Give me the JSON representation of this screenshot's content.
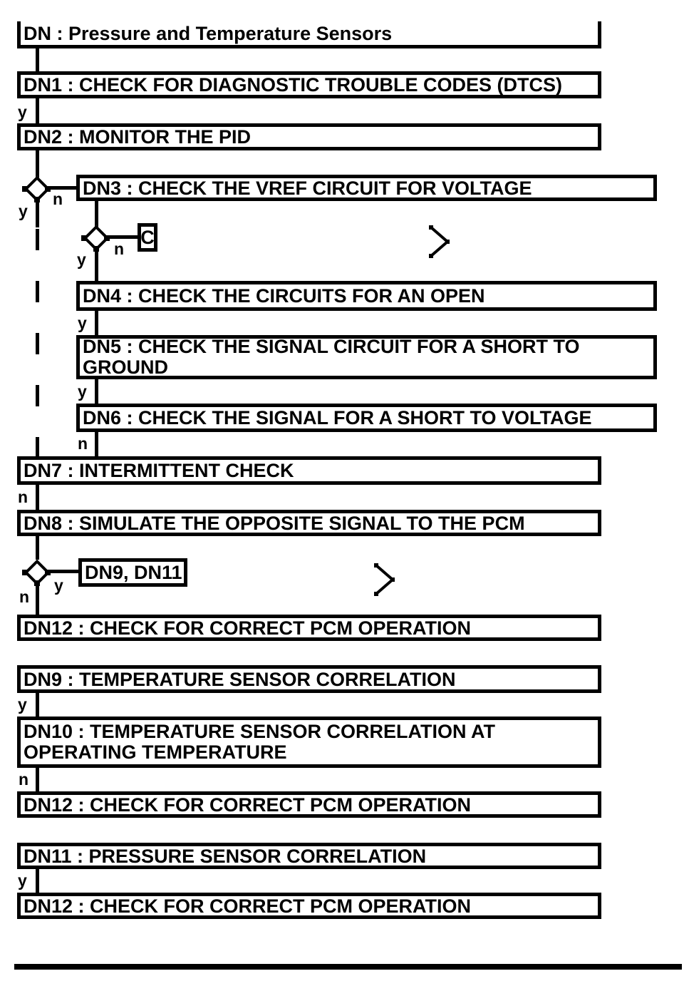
{
  "diagram": {
    "title": "DN : Pressure and Temperature Sensors",
    "labels": {
      "yes": "y",
      "no": "n"
    },
    "connector": {
      "label": "C"
    },
    "colors": {
      "line": "#000000",
      "background": "#ffffff"
    },
    "nodes": [
      {
        "id": "DN1",
        "label": "DN1 : CHECK FOR DIAGNOSTIC TROUBLE CODES (DTCS)"
      },
      {
        "id": "DN2",
        "label": "DN2 : MONITOR THE PID"
      },
      {
        "id": "DN3",
        "label": "DN3 : CHECK THE VREF CIRCUIT FOR VOLTAGE"
      },
      {
        "id": "DN4",
        "label": "DN4 : CHECK THE CIRCUITS FOR AN OPEN"
      },
      {
        "id": "DN5",
        "label": "DN5 : CHECK THE SIGNAL CIRCUIT FOR A SHORT TO GROUND"
      },
      {
        "id": "DN6",
        "label": "DN6 : CHECK THE SIGNAL FOR A SHORT TO VOLTAGE"
      },
      {
        "id": "DN7",
        "label": "DN7 : INTERMITTENT CHECK"
      },
      {
        "id": "DN8",
        "label": "DN8 : SIMULATE THE OPPOSITE SIGNAL TO THE PCM"
      },
      {
        "id": "DN9-DN11-ref",
        "label": "DN9, DN11"
      },
      {
        "id": "DN12a",
        "label": "DN12 : CHECK FOR CORRECT PCM OPERATION"
      },
      {
        "id": "DN9",
        "label": "DN9 : TEMPERATURE SENSOR CORRELATION"
      },
      {
        "id": "DN10",
        "label": "DN10 : TEMPERATURE SENSOR CORRELATION AT OPERATING TEMPERATURE"
      },
      {
        "id": "DN12b",
        "label": "DN12 : CHECK FOR CORRECT PCM OPERATION"
      },
      {
        "id": "DN11",
        "label": "DN11 : PRESSURE SENSOR CORRELATION"
      },
      {
        "id": "DN12c",
        "label": "DN12 : CHECK FOR CORRECT PCM OPERATION"
      }
    ]
  }
}
